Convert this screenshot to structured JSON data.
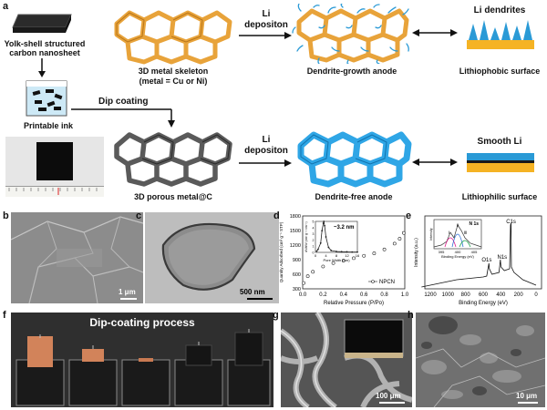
{
  "panels": {
    "a": "a",
    "b": "b",
    "c": "c",
    "d": "d",
    "e": "e",
    "f": "f",
    "g": "g",
    "h": "h"
  },
  "schematic": {
    "nanosheet_label_1": "Yolk-shell structured",
    "nanosheet_label_2": "carbon nanosheet",
    "ink_label": "Printable ink",
    "dip_coating": "Dip coating",
    "skeleton_label_1": "3D metal skeleton",
    "skeleton_label_2": "(metal = Cu or Ni)",
    "porous_label": "3D porous metal@C",
    "li_deposition_top_1": "Li",
    "li_deposition_top_2": "depositon",
    "li_deposition_bottom_1": "Li",
    "li_deposition_bottom_2": "depositon",
    "dendrite_growth": "Dendrite-growth anode",
    "dendrite_free": "Dendrite-free anode",
    "li_dendrites": "Li dendrites",
    "lithiophobic": "Lithiophobic surface",
    "smooth_li": "Smooth Li",
    "lithiophilic": "Lithiophilic surface"
  },
  "scalebars": {
    "b": "1 μm",
    "c": "500 nm",
    "g": "100 μm",
    "h": "10 μm"
  },
  "panel_f": {
    "title": "Dip-coating process"
  },
  "chart_data": [
    {
      "type": "scatter",
      "panel": "d",
      "xlabel": "Relative Pressure (P/Po)",
      "ylabel": "Quantity Adsorbed (cm³ g⁻¹ STP)",
      "xlim": [
        0.0,
        1.0
      ],
      "ylim": [
        300,
        1800
      ],
      "xticks": [
        "0.0",
        "0.2",
        "0.4",
        "0.6",
        "0.8",
        "1.0"
      ],
      "yticks": [
        "300",
        "600",
        "900",
        "1200",
        "1500",
        "1800"
      ],
      "legend": "NPCN",
      "series": [
        {
          "name": "NPCN",
          "x": [
            0.01,
            0.05,
            0.1,
            0.2,
            0.3,
            0.4,
            0.5,
            0.6,
            0.7,
            0.8,
            0.9,
            0.95,
            0.99
          ],
          "y": [
            420,
            560,
            650,
            760,
            830,
            880,
            930,
            980,
            1030,
            1110,
            1230,
            1330,
            1450
          ]
        }
      ],
      "inset": {
        "xlabel": "Pore Width (nm)",
        "ylabel": "dV/dW (cm³ g⁻¹ nm⁻¹)",
        "xticks": [
          "0",
          "4",
          "8",
          "12",
          "16"
        ],
        "yticks": [
          "0",
          "1",
          "2",
          "3",
          "4",
          "5"
        ],
        "annotation": "~3.2 nm",
        "x": [
          0.5,
          1,
          2,
          2.5,
          3,
          3.2,
          3.5,
          4,
          5,
          6,
          8,
          10,
          12,
          14,
          16
        ],
        "y": [
          0.2,
          0.5,
          1.5,
          3.5,
          4.7,
          5,
          4.3,
          2.5,
          0.8,
          0.3,
          0.15,
          0.1,
          0.08,
          0.05,
          0.05
        ]
      }
    },
    {
      "type": "line",
      "panel": "e",
      "xlabel": "Binding Energy (eV)",
      "ylabel": "Intensity (a.u.)",
      "xticks": [
        "1200",
        "1000",
        "800",
        "600",
        "400",
        "200",
        "0"
      ],
      "peaks": [
        "O1s",
        "N1s",
        "C1s"
      ],
      "inset": {
        "title": "N 1s",
        "xlabel": "Binding Energy (eV)",
        "ylabel": "Intensity",
        "xticks": [
          "395",
          "400",
          "405"
        ],
        "peaks": [
          "i",
          "ii",
          "iii"
        ]
      }
    }
  ]
}
